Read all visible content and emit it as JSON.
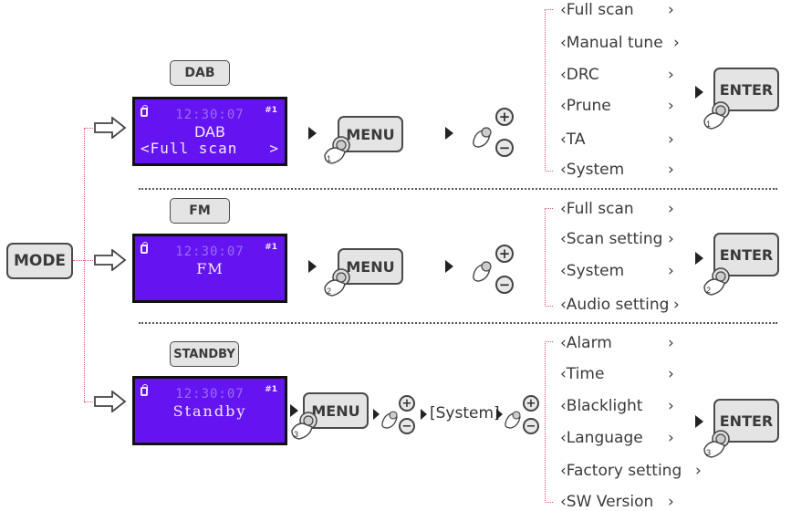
{
  "mode_button": "MODE",
  "rows": [
    {
      "mode_label": "DAB",
      "lcd": {
        "time": "12:30:07",
        "line1": "DAB",
        "line2_left": "<Full scan",
        "line2_right": ">",
        "signal": "#1",
        "status_icon": "lock-icon"
      },
      "menu_button": "MENU",
      "step": "1",
      "enter_button": "ENTER",
      "menu_items": [
        "‹Full scan",
        "‹Manual tune",
        "‹DRC",
        "‹Prune",
        "‹TA",
        "‹System"
      ],
      "menu_chevron": "›"
    },
    {
      "mode_label": "FM",
      "lcd": {
        "time": "12:30:07",
        "line1": "FM",
        "signal": "#1",
        "status_icon": "lock-icon"
      },
      "menu_button": "MENU",
      "step": "2",
      "enter_button": "ENTER",
      "menu_items": [
        "‹Full scan",
        "‹Scan setting",
        "‹System",
        "‹Audio setting"
      ],
      "menu_chevron": "›"
    },
    {
      "mode_label": "STANDBY",
      "lcd": {
        "time": "12:30:07",
        "line1": "Standby",
        "signal": "#1",
        "status_icon": "lock-icon"
      },
      "menu_button": "MENU",
      "step": "3",
      "system_label": "[System]",
      "enter_button": "ENTER",
      "menu_items": [
        "‹Alarm",
        "‹Time",
        "‹Blacklight",
        "‹Language",
        "‹Factory setting",
        "‹SW Version"
      ],
      "menu_chevron": "›"
    }
  ],
  "knob": {
    "plus": "+",
    "minus": "−"
  }
}
